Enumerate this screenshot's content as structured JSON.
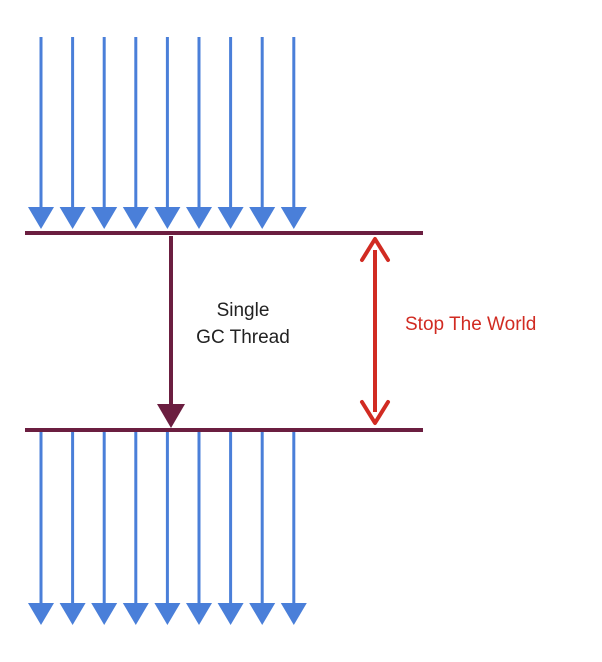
{
  "diagram": {
    "gc_thread_label_line1": "Single",
    "gc_thread_label_line2": "GC Thread",
    "stop_the_world_label": "Stop The World",
    "app_thread_count_before": 9,
    "app_thread_count_after": 9
  },
  "colors": {
    "app_thread": "#4A7FD9",
    "gc_thread": "#6B1E40",
    "safepoint_line": "#6B1E40",
    "stop_the_world": "#D12B22"
  },
  "icons": {
    "app_thread_arrow": "arrow-down-icon",
    "gc_thread_arrow": "arrow-down-icon",
    "pause_span": "double-arrow-vertical-icon"
  }
}
